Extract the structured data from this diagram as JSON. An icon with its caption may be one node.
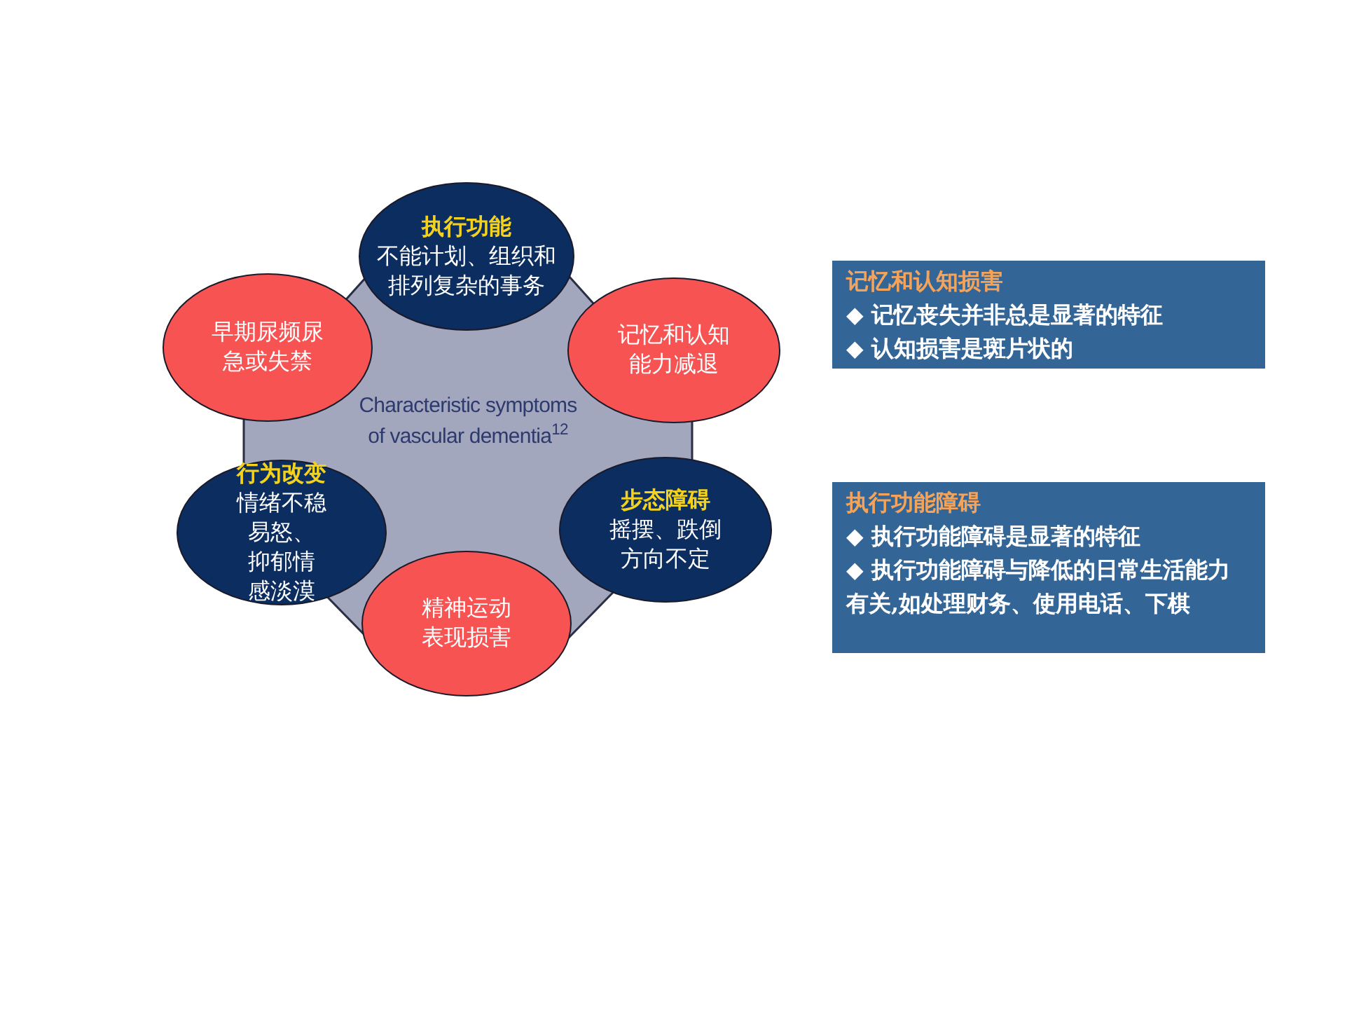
{
  "diagram": {
    "nodes": [
      {
        "text": [
          "Characteristic symptoms of vascular dementia$^{12}$"
        ]
      },
      {
        "text": [
          "执行功能",
          "不能计划、组织和排列复杂的事务"
        ]
      },
      {
        "text": [
          "早期尿频尿急或失禁"
        ]
      },
      {
        "text": [
          "记忆和认知能力减退"
        ]
      },
      {
        "text": [
          "行为改变",
          "情绪不稳易怒、抑郁情感淡漠"
        ]
      },
      {
        "text": [
          "步态障碍",
          "摇摆、跌倒方向不定"
        ]
      },
      {
        "text": [
          "精神运动表现损害"
        ]
      },
      {
        "text": [
          "记忆和认知损害",
          "◆ 记忆丧失并非总是显著的特征",
          "◆ 认知损害是斑片状的"
        ]
      },
      {
        "text": [
          "执行功能障碍",
          "◆ 执行功能障碍是显著的特征",
          "◆ 执行功能障碍与降低的日常生活能力有关,如处理财务、使用电话、下棋"
        ]
      }
    ],
    "edges": []
  }
}
